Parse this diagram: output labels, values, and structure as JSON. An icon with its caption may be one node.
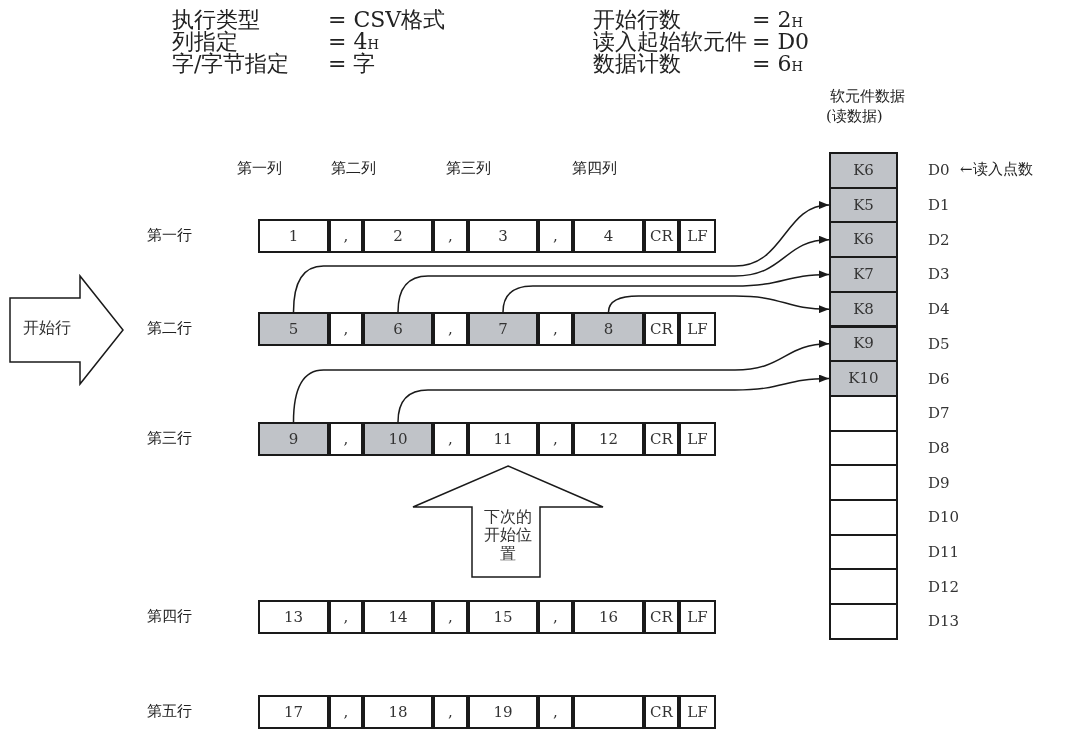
{
  "diagram": {
    "nodes": [
      {
        "text": [
          "1"
        ]
      },
      {
        "text": [
          ","
        ]
      },
      {
        "text": [
          "2"
        ]
      },
      {
        "text": [
          ","
        ]
      },
      {
        "text": [
          "3"
        ]
      },
      {
        "text": [
          ","
        ]
      },
      {
        "text": [
          "4"
        ]
      },
      {
        "text": [
          "CR"
        ]
      },
      {
        "text": [
          "LF"
        ]
      },
      {
        "text": [
          "5"
        ]
      },
      {
        "text": [
          ","
        ]
      },
      {
        "text": [
          "6"
        ]
      },
      {
        "text": [
          ","
        ]
      },
      {
        "text": [
          "7"
        ]
      },
      {
        "text": [
          ","
        ]
      },
      {
        "text": [
          "8"
        ]
      },
      {
        "text": [
          "CR"
        ]
      },
      {
        "text": [
          "LF"
        ]
      },
      {
        "text": [
          "9"
        ]
      },
      {
        "text": [
          ","
        ]
      },
      {
        "text": [
          "10"
        ]
      },
      {
        "text": [
          ","
        ]
      },
      {
        "text": [
          "11"
        ]
      },
      {
        "text": [
          ","
        ]
      },
      {
        "text": [
          "12"
        ]
      },
      {
        "text": [
          "CR"
        ]
      },
      {
        "text": [
          "LF"
        ]
      },
      {
        "text": [
          "13"
        ]
      },
      {
        "text": [
          ","
        ]
      },
      {
        "text": [
          "14"
        ]
      },
      {
        "text": [
          ","
        ]
      },
      {
        "text": [
          "15"
        ]
      },
      {
        "text": [
          ","
        ]
      },
      {
        "text": [
          "16"
        ]
      },
      {
        "text": [
          "CR"
        ]
      },
      {
        "text": [
          "LF"
        ]
      },
      {
        "text": [
          "17"
        ]
      },
      {
        "text": [
          ","
        ]
      },
      {
        "text": [
          "18"
        ]
      },
      {
        "text": [
          ","
        ]
      },
      {
        "text": [
          "19"
        ]
      },
      {
        "text": [
          ","
        ]
      },
      {
        "text": [],
        "shape": "box"
      },
      {
        "text": [
          "CR"
        ]
      },
      {
        "text": [
          "LF"
        ]
      },
      {
        "text": [
          "K6"
        ],
        "beside": [
          "D0"
        ]
      },
      {
        "text": [
          "K5"
        ],
        "beside": [
          "D1"
        ]
      },
      {
        "text": [
          "K6"
        ],
        "beside": [
          "D2"
        ]
      },
      {
        "text": [
          "K7"
        ],
        "beside": [
          "D3"
        ]
      },
      {
        "text": [
          "K8"
        ],
        "beside": [
          "D4"
        ]
      },
      {
        "text": [
          "K9"
        ],
        "beside": [
          "D5"
        ]
      },
      {
        "text": [
          "K10"
        ],
        "beside": [
          "D6"
        ]
      },
      {
        "text": [],
        "shape": "box",
        "beside": [
          "D7"
        ]
      },
      {
        "text": [],
        "shape": "box",
        "beside": [
          "D8"
        ]
      },
      {
        "text": [],
        "shape": "box",
        "beside": [
          "D9"
        ]
      },
      {
        "text": [],
        "shape": "box",
        "beside": [
          "D10"
        ]
      },
      {
        "text": [],
        "shape": "box",
        "beside": [
          "D11"
        ]
      },
      {
        "text": [],
        "shape": "box",
        "beside": [
          "D12"
        ]
      },
      {
        "text": [],
        "shape": "box",
        "beside": [
          "D13"
        ]
      },
      {
        "text": [
          "开始行"
        ]
      },
      {
        "text": [
          "下次的开始位置"
        ]
      }
    ],
    "edges": [
      {
        "from": 9,
        "to": 46,
        "arrow": "to"
      },
      {
        "from": 11,
        "to": 47,
        "arrow": "to"
      },
      {
        "from": 13,
        "to": 48,
        "arrow": "to"
      },
      {
        "from": 15,
        "to": 49,
        "arrow": "to"
      },
      {
        "from": 18,
        "to": 50,
        "arrow": "to"
      },
      {
        "from": 20,
        "to": 51,
        "arrow": "to"
      }
    ],
    "labels": [
      "执行类型",
      "= CSV格式",
      "开始行数",
      "= 2$_{H}$",
      "列指定",
      "= 4$_{H}$",
      "读入起始软元件",
      "= D0",
      "字/字节指定",
      "= 字",
      "数据计数",
      "= 6$_{H}$",
      "软元件数据",
      "(读数据)",
      "第一列",
      "第二列",
      "第三列",
      "第四列",
      "←读入点数",
      "第一行",
      "第二行",
      "第三行",
      "第四行",
      "第五行"
    ]
  }
}
